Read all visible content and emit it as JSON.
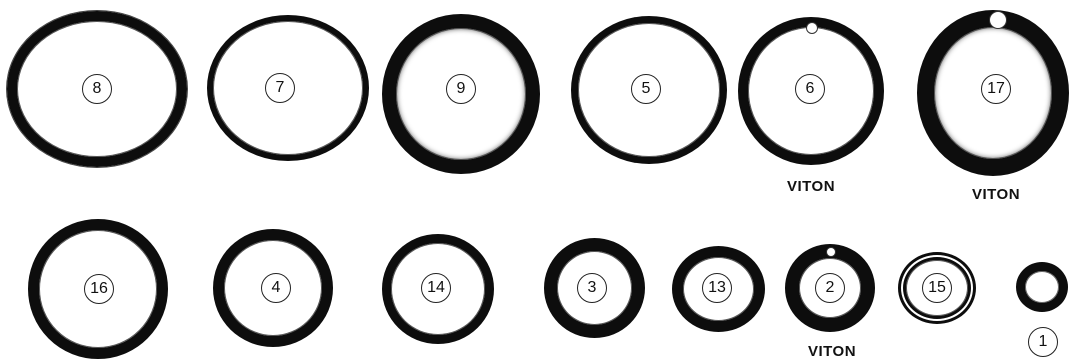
{
  "diagram": {
    "material_label": "VITON",
    "rings": [
      {
        "number": "8",
        "viton": false
      },
      {
        "number": "7",
        "viton": false
      },
      {
        "number": "9",
        "viton": false
      },
      {
        "number": "5",
        "viton": false
      },
      {
        "number": "6",
        "viton": true
      },
      {
        "number": "17",
        "viton": true
      },
      {
        "number": "16",
        "viton": false
      },
      {
        "number": "4",
        "viton": false
      },
      {
        "number": "14",
        "viton": false
      },
      {
        "number": "3",
        "viton": false
      },
      {
        "number": "13",
        "viton": false
      },
      {
        "number": "2",
        "viton": true
      },
      {
        "number": "15",
        "viton": false
      },
      {
        "number": "1",
        "viton": false
      }
    ],
    "ring_color": "#0d0d0d",
    "ring_highlight": "#5a5a5a"
  }
}
